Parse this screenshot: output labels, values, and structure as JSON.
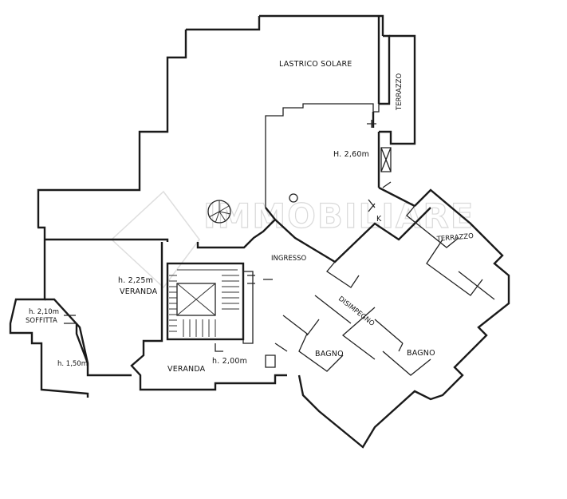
{
  "labels": {
    "lastrico": "LASTRICO SOLARE",
    "terrazzo_top": "TERRAZZO",
    "h_main": "H. 2,60m",
    "k": "K",
    "ingresso": "INGRESSO",
    "terrazzo_right": "TERRAZZO",
    "h_veranda": "h. 2,25m",
    "veranda_left": "VERANDA",
    "h_soffitta": "h. 2,10m",
    "soffitta": "SOFFITTA",
    "h_small": "h. 1,50m",
    "disimpegno": "DISIMPEGNO",
    "bagno_1": "BAGNO",
    "bagno_2": "BAGNO",
    "veranda_bottom": "VERANDA",
    "h_bottom": "h. 2,00m"
  },
  "watermark": "IMMOBILIARE",
  "colors": {
    "line": "#1a1a1a",
    "watermark": "#d9d9d9"
  }
}
